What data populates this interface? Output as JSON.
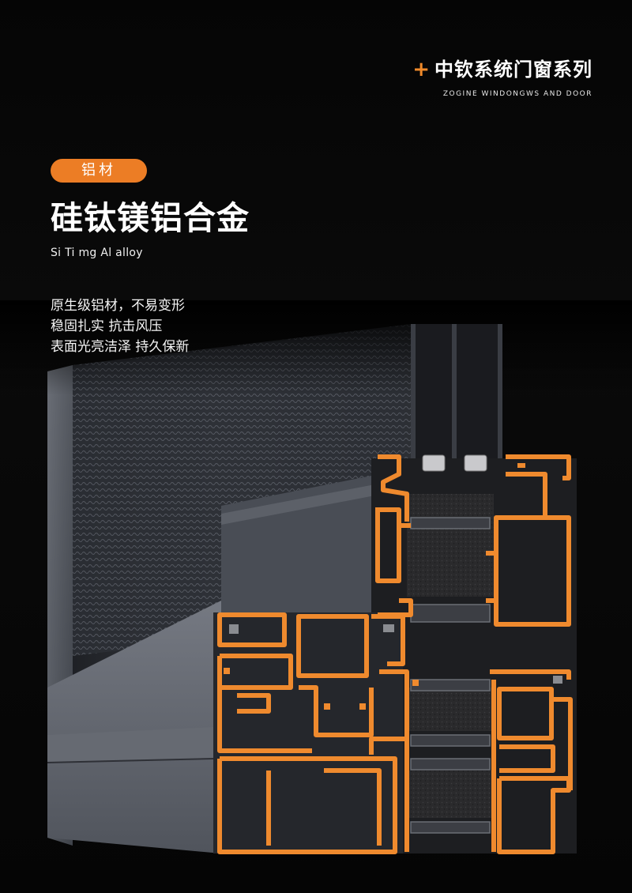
{
  "brand": {
    "plus_symbol": "+",
    "name": "中钦系统门窗系列",
    "english": "ZOGINE WINDONGWS AND DOOR",
    "accent_color": "#ec7d25"
  },
  "header": {
    "tag": "铝材",
    "title": "硅钛镁铝合金",
    "subtitle": "Si Ti mg Al alloy"
  },
  "features": [
    "原生级铝材，不易变形",
    "稳固扎实 抗击风压",
    "表面光亮洁泽 持久保新"
  ],
  "product_image": {
    "description_icon": "aluminum-profile-cross-section",
    "profile_color": "#ef8a2e",
    "frame_color": "#5a5e66"
  }
}
